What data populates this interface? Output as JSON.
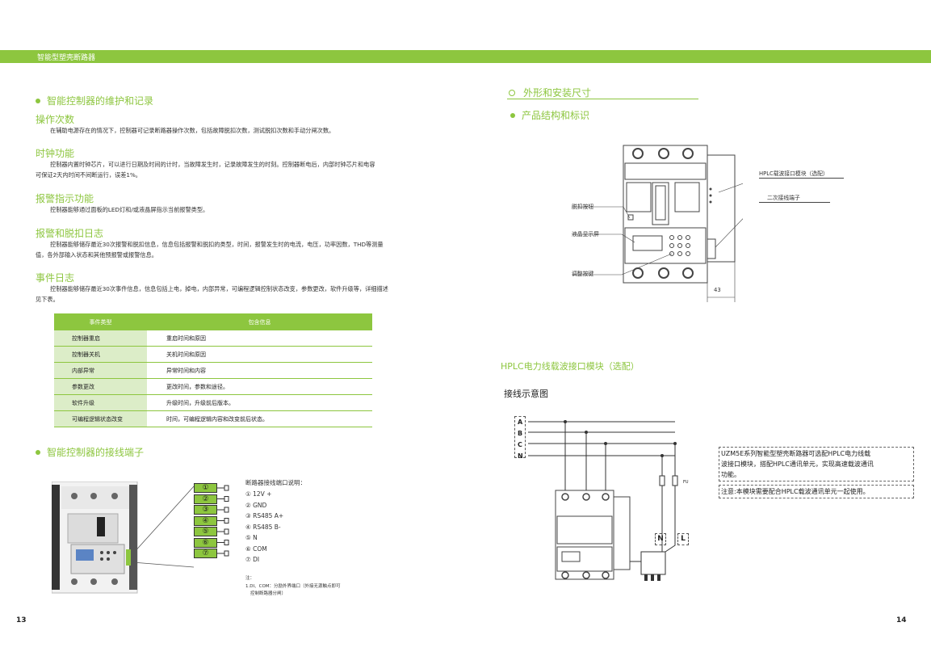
{
  "header": {
    "title": "智能型塑壳断路器"
  },
  "left": {
    "section1_title": "智能控制器的维护和记录",
    "blocks": [
      {
        "heading": "操作次数",
        "text": "在辅助电源存在的情况下，控制器可记录断路器操作次数，包括故障脱扣次数，测试脱扣次数和手动分闸次数。"
      },
      {
        "heading": "时钟功能",
        "line1": "控制器内置时钟芯片，可以进行日期及时间的计时，当故障发生时，记录故障发生的时刻。控制器断电后，内部时钟芯片和电容",
        "line2": "可保证2天内时间不间断运行，误差1%。"
      },
      {
        "heading": "报警指示功能",
        "text": "控制器能够通过面板的LED灯和/或液晶屏指示当前报警类型。"
      },
      {
        "heading": "报警和脱扣日志",
        "line1": "控制器能够储存最近30次报警和脱扣信息，信息包括报警和脱扣的类型，时间，报警发生时的电流，电压，功率因数，THD等测量",
        "line2": "值，各外部输入状态和其他预报警或报警信息。"
      },
      {
        "heading": "事件日志",
        "line1": "控制器能够储存最近30次事件信息，信息包括上电，掉电，内部异常，可编程逻辑控制状态改变，参数更改，软件升级等，详细描述",
        "line2": "见下表。"
      }
    ],
    "table": {
      "headers": [
        "事件类型",
        "包含信息"
      ],
      "rows": [
        [
          "控制器重启",
          "重启时间和原因"
        ],
        [
          "控制器关机",
          "关机时间和原因"
        ],
        [
          "内部异常",
          "异常时间和内容"
        ],
        [
          "参数更改",
          "更改时间，参数和途径。"
        ],
        [
          "软件升级",
          "升级时间，升级前后版本。"
        ],
        [
          "可编程逻辑状态改变",
          "时间，可编程逻辑内容和改变前后状态。"
        ]
      ]
    },
    "section2_title": "智能控制器的接线端子",
    "pins": [
      "①",
      "②",
      "③",
      "④",
      "⑤",
      "⑥",
      "⑦"
    ],
    "pin_desc_title": "断路器接线端口说明：",
    "pin_desc": [
      "①  12V +",
      "②  GND",
      "③  RS485 A+",
      "④  RS485 B-",
      "⑤  N",
      "⑥  COM",
      "⑦  DI"
    ],
    "note_title": "注：",
    "note_line1": "1.DI、COM：分励外界端口（外接无源触点即可",
    "note_line2": "控制断路器分闸）",
    "page_number": "13"
  },
  "right": {
    "section1_title": "外形和安装尺寸",
    "section2_title": "产品结构和标识",
    "callouts": {
      "trip_button": "脱扣按钮",
      "lcd": "液晶显示屏",
      "adjust": "调整按键",
      "hplc_module": "HPLC载波接口模块（选配）",
      "secondary_terminal": "二次接线端子",
      "dimension": "43"
    },
    "hplc_title": "HPLC电力线载波接口模块（选配）",
    "wiring_title": "接线示意图",
    "lines": [
      "A",
      "B",
      "C",
      "N"
    ],
    "fu_label": "FU",
    "n_label": "N",
    "l_label": "L",
    "desc_line1": "UZM5E系列智能型塑壳断路器可选配HPLC电力线载",
    "desc_line2": "波接口模块，搭配HPLC通讯单元，实现高速载波通讯",
    "desc_line3": "功能。",
    "note": "注意:本模块需要配合HPLC载波通讯单元一起使用。",
    "page_number": "14"
  },
  "colors": {
    "accent": "#8dc63f",
    "text": "#222222",
    "table_fill": "#dcedc8"
  }
}
